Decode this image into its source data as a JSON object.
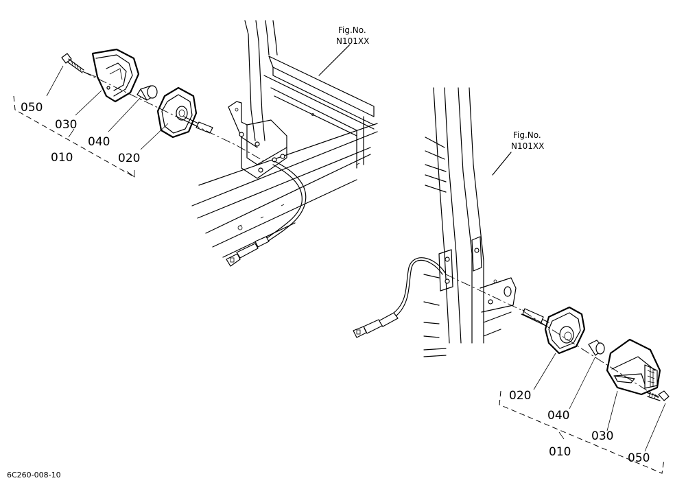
{
  "left_view": {
    "fig_ref": {
      "line1": "Fig.No.",
      "line2": "N101XX"
    },
    "callouts": {
      "c050": "050",
      "c030": "030",
      "c040": "040",
      "c020": "020",
      "c010": "010"
    }
  },
  "right_view": {
    "fig_ref": {
      "line1": "Fig.No.",
      "line2": "N101XX"
    },
    "callouts": {
      "c020": "020",
      "c040": "040",
      "c030": "030",
      "c010": "010",
      "c050": "050"
    }
  },
  "drawing_code": "6C260-008-10"
}
